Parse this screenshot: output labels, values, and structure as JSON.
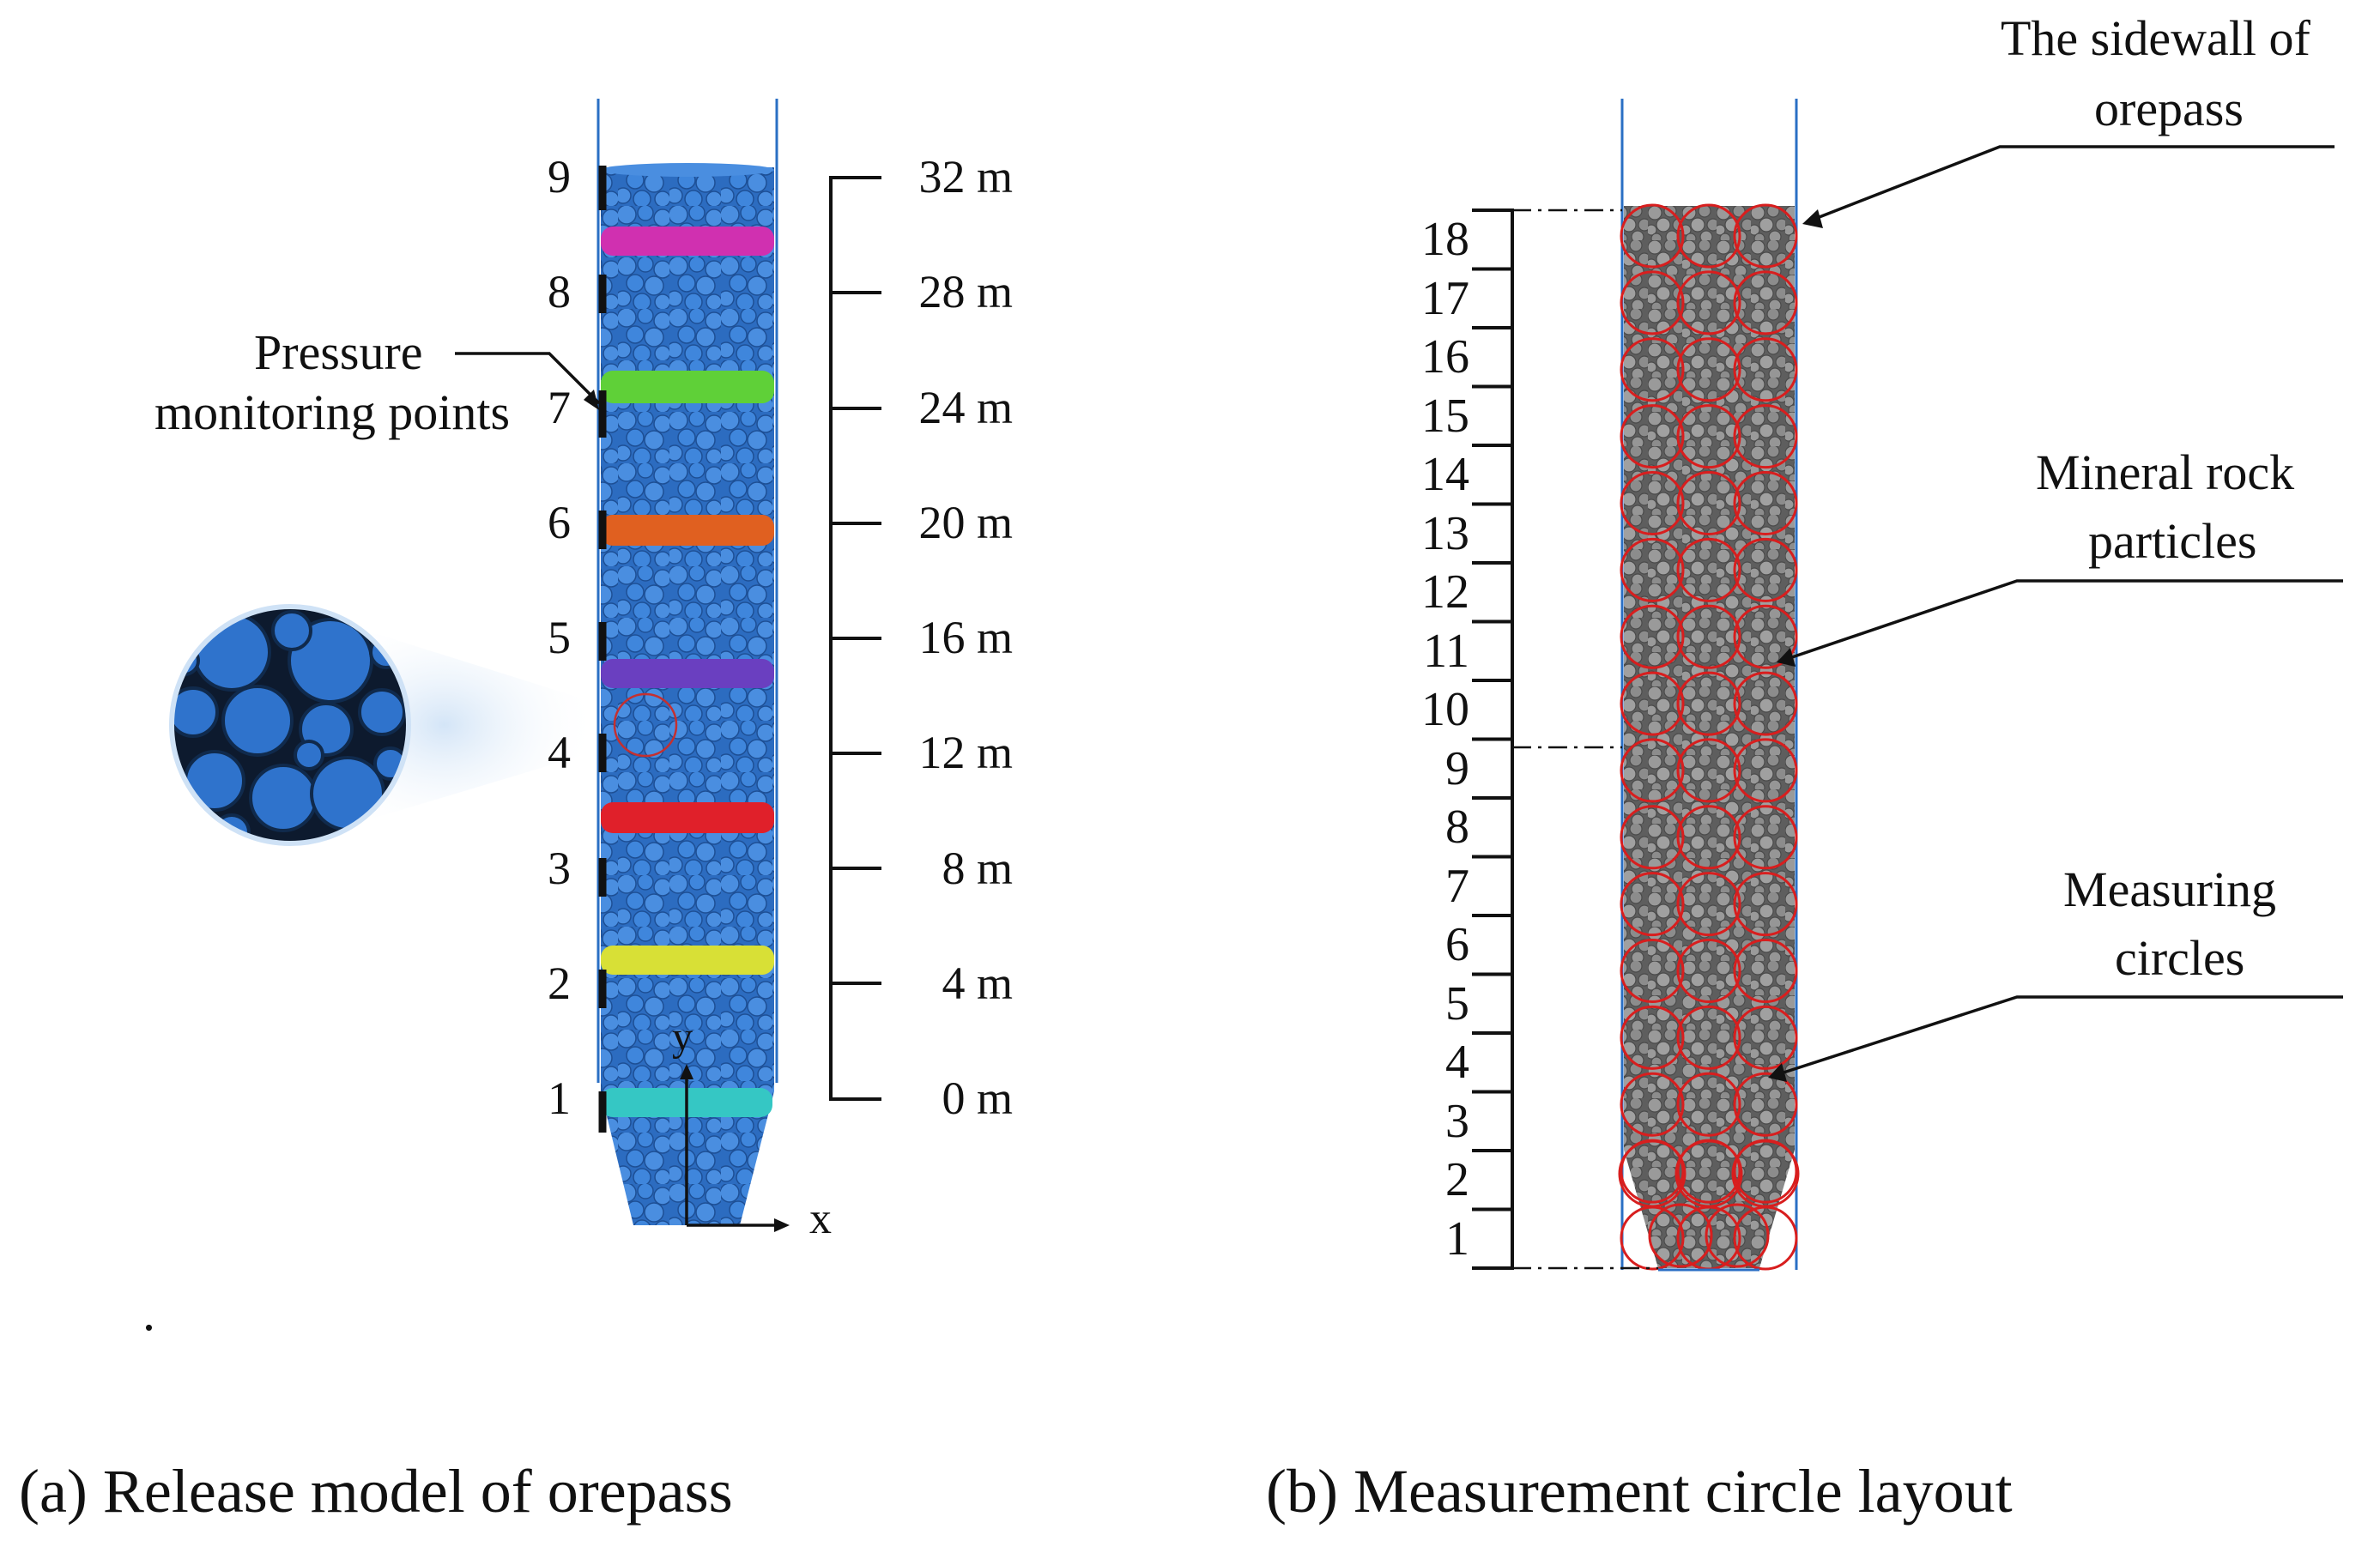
{
  "panel_a": {
    "caption": "(a) Release model of orepass",
    "monitoring_point_numbers": [
      "1",
      "2",
      "3",
      "4",
      "5",
      "6",
      "7",
      "8",
      "9"
    ],
    "scale_labels": [
      "0 m",
      "4 m",
      "8 m",
      "12 m",
      "16 m",
      "20 m",
      "24 m",
      "28 m",
      "32 m"
    ],
    "annotation_line1": "Pressure",
    "annotation_line2": "monitoring points",
    "axis_x": "x",
    "axis_y": "y",
    "particle_color": "#3a7fd5",
    "band_colors": [
      "#35c7c4",
      "#d8e036",
      "#e0202a",
      "#6a3fc0",
      "#e06020",
      "#5fd038",
      "#d030b0"
    ]
  },
  "panel_b": {
    "caption": "(b) Measurement circle layout",
    "circle_numbers": [
      "1",
      "2",
      "3",
      "4",
      "5",
      "6",
      "7",
      "8",
      "9",
      "10",
      "11",
      "12",
      "13",
      "14",
      "15",
      "16",
      "17",
      "18"
    ],
    "sidewall_label_line1": "The sidewall of",
    "sidewall_label_line2": "orepass",
    "particles_label_line1": "Mineral rock",
    "particles_label_line2": "particles",
    "circles_label_line1": "Measuring",
    "circles_label_line2": "circles",
    "particle_color": "#8a8a8a",
    "circle_color": "#d81e1e"
  },
  "stray_mark": "."
}
